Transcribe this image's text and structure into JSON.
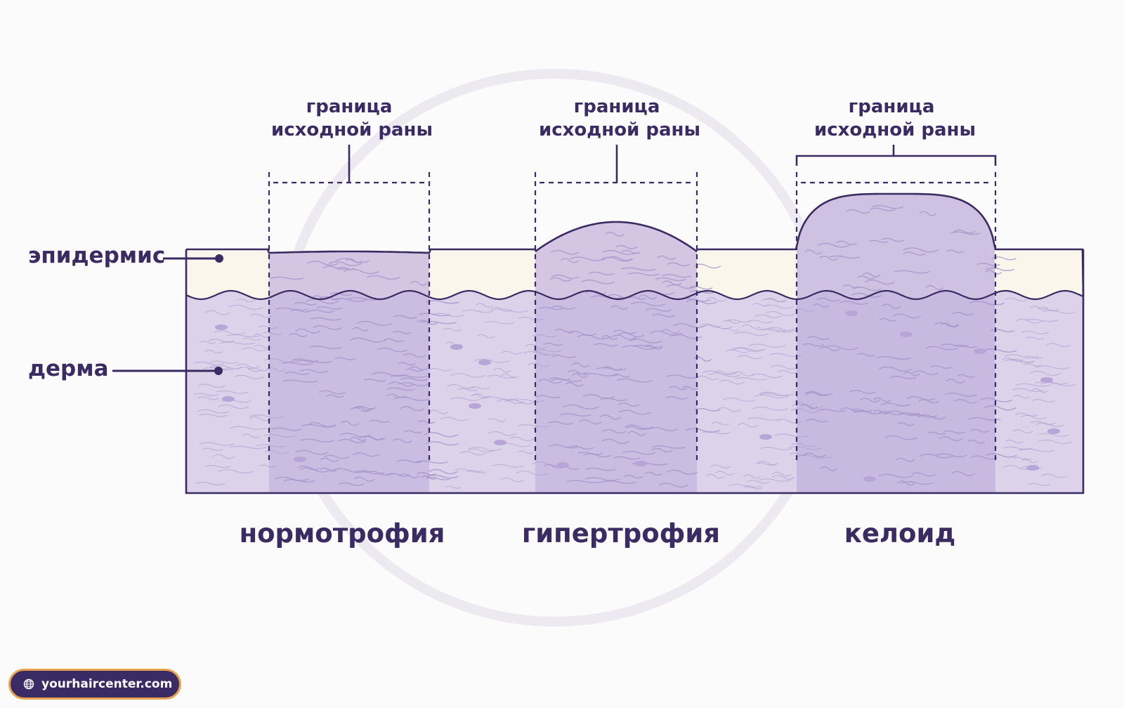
{
  "labels": {
    "epidermis": "эпидермис",
    "dermis": "дерма"
  },
  "panels": [
    {
      "boundary_line1": "граница",
      "boundary_line2": "исходной раны",
      "title": "нормотрофия"
    },
    {
      "boundary_line1": "граница",
      "boundary_line2": "исходной раны",
      "title": "гипертрофия"
    },
    {
      "boundary_line1": "граница",
      "boundary_line2": "исходной  раны",
      "title": "келоид"
    }
  ],
  "badge": {
    "text": "yourhaircenter.com",
    "icon": "globe-icon",
    "background": "#3b2b64",
    "border": "#e6a24c"
  },
  "colors": {
    "text": "#3a2b62",
    "outline": "#3a2b62",
    "epidermis": "#fbf6ec",
    "dermis": "#dcd2ea",
    "scar": "#c3b2de",
    "fibers": "#a493c8"
  }
}
